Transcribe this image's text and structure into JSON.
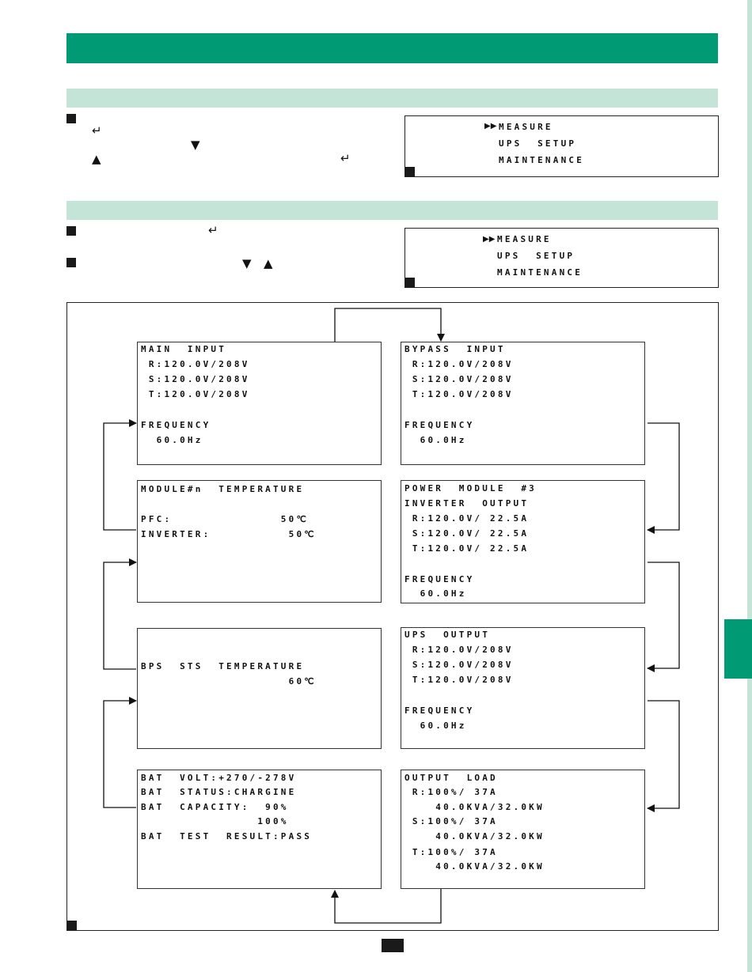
{
  "colors": {
    "header_green": "#009a74",
    "subheader_green": "#c5e4d8",
    "side_tab_green": "#009a74",
    "edge_green": "#c5e4d8"
  },
  "icons": {
    "enter": "enter-key-icon",
    "down": "down-arrow-icon",
    "up": "up-arrow-icon",
    "cursor": "double-triangle-cursor-icon"
  },
  "lcd_menu_1": {
    "items": [
      "MEASURE",
      "UPS  SETUP",
      "MAINTENANCE"
    ]
  },
  "lcd_menu_2": {
    "items": [
      "MEASURE",
      "UPS  SETUP",
      "MAINTENANCE"
    ]
  },
  "screens": {
    "main_input": {
      "lines": [
        "MAIN  INPUT",
        " R:120.0V/208V",
        " S:120.0V/208V",
        " T:120.0V/208V",
        "",
        "FREQUENCY",
        "  60.0Hz"
      ]
    },
    "bypass_input": {
      "lines": [
        "BYPASS  INPUT",
        " R:120.0V/208V",
        " S:120.0V/208V",
        " T:120.0V/208V",
        "",
        "FREQUENCY",
        "  60.0Hz"
      ]
    },
    "module_temperature": {
      "lines": [
        "MODULE#n  TEMPERATURE",
        "",
        "PFC:              50℃",
        "INVERTER:          50℃"
      ]
    },
    "power_module_output": {
      "lines": [
        "POWER  MODULE  #3",
        "INVERTER  OUTPUT",
        " R:120.0V/ 22.5A",
        " S:120.0V/ 22.5A",
        " T:120.0V/ 22.5A",
        "",
        "FREQUENCY",
        "  60.0Hz"
      ]
    },
    "bps_sts_temperature": {
      "lines": [
        "",
        "",
        "BPS  STS  TEMPERATURE",
        "                   60℃"
      ]
    },
    "ups_output": {
      "lines": [
        "UPS  OUTPUT",
        " R:120.0V/208V",
        " S:120.0V/208V",
        " T:120.0V/208V",
        "",
        "FREQUENCY",
        "  60.0Hz"
      ]
    },
    "battery": {
      "lines": [
        "BAT  VOLT:+270/-278V",
        "BAT  STATUS:CHARGINE",
        "BAT  CAPACITY:  90%",
        "               100%",
        "BAT  TEST  RESULT:PASS"
      ]
    },
    "output_load": {
      "lines": [
        "OUTPUT  LOAD",
        " R:100%/ 37A",
        "    40.0KVA/32.0KW",
        " S:100%/ 37A",
        "    40.0KVA/32.0KW",
        " T:100%/ 37A",
        "    40.0KVA/32.0KW"
      ]
    }
  }
}
